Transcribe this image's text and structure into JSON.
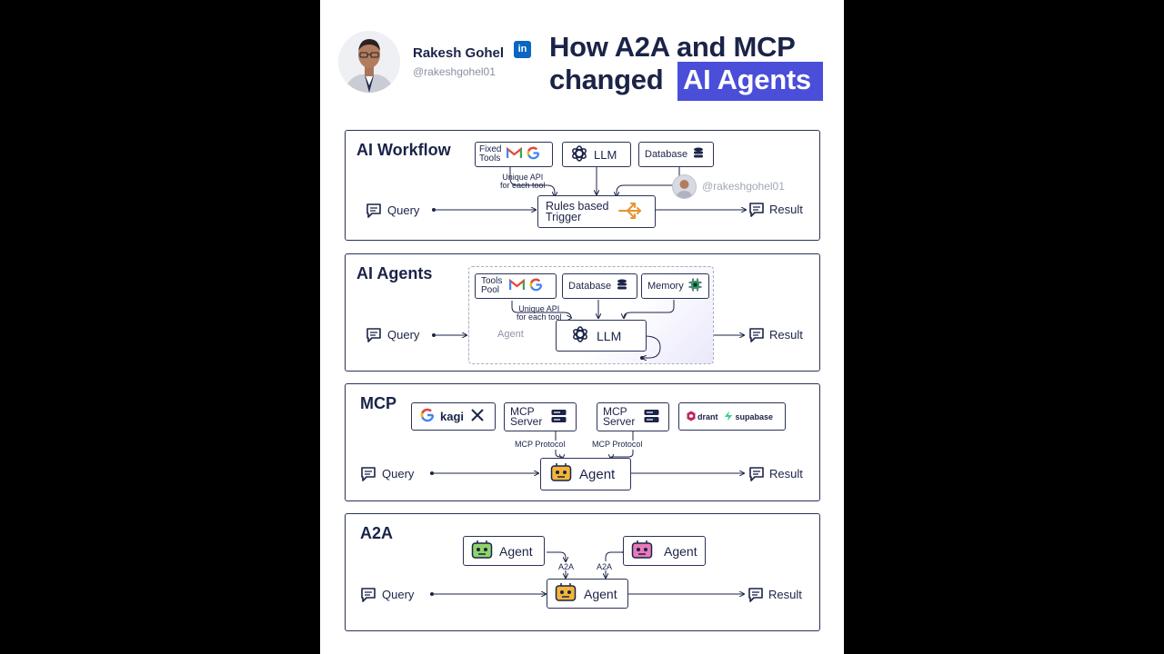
{
  "author": {
    "name": "Rakesh Gohel",
    "handle": "@rakeshgohel01",
    "linkedin_badge": "in"
  },
  "title": {
    "line1": "How A2A and MCP",
    "line2_prefix": "changed",
    "line2_highlight": "AI Agents"
  },
  "colors": {
    "highlight": "#4a4ed8",
    "ink": "#1b2348",
    "gmail_red": "#ea4335",
    "google_blue": "#4285f4",
    "router_orange": "#e8922e",
    "agent_yellow": "#f2b53a",
    "agent_green": "#8fd46a",
    "agent_pink": "#e87ab8",
    "memory_green": "#2ea05a",
    "supabase_green": "#3ecf8e",
    "qdrant_red": "#c0265c"
  },
  "icons": [
    "linkedin-icon",
    "gmail-icon",
    "google-icon",
    "openai-icon",
    "database-icon",
    "router-icon",
    "chat-icon",
    "memory-chip-icon",
    "server-icon",
    "x-icon",
    "qdrant-icon",
    "supabase-icon",
    "robot-icon"
  ],
  "workflow": {
    "title": "AI Workflow",
    "fixed_tools": "Fixed\nTools",
    "llm": "LLM",
    "database": "Database",
    "api_note": "Unique API\nfor each tool",
    "watermark": "@rakeshgohel01",
    "query": "Query",
    "trigger": "Rules based\nTrigger",
    "result": "Result"
  },
  "agents": {
    "title": "AI Agents",
    "tools_pool": "Tools\nPool",
    "database": "Database",
    "memory": "Memory",
    "api_note": "Unique API\nfor each tool",
    "agent_label": "Agent",
    "llm": "LLM",
    "query": "Query",
    "result": "Result"
  },
  "mcp": {
    "title": "MCP",
    "kagi": "kagi",
    "server1": "MCP\nServer",
    "server2": "MCP\nServer",
    "protocol1": "MCP Protocol",
    "protocol2": "MCP Protocol",
    "qdrant": "drant",
    "supabase": "supabase",
    "agent": "Agent",
    "query": "Query",
    "result": "Result"
  },
  "a2a": {
    "title": "A2A",
    "agent_left": "Agent",
    "agent_right": "Agent",
    "a2a_left": "A2A",
    "a2a_right": "A2A",
    "agent_main": "Agent",
    "query": "Query",
    "result": "Result"
  }
}
